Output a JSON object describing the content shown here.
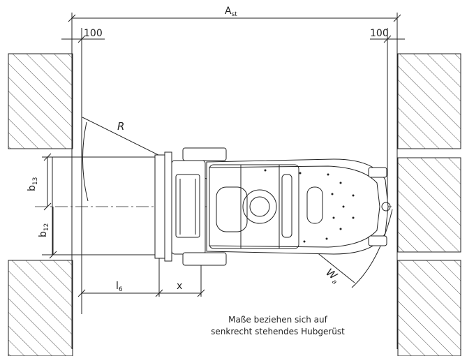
{
  "labels": {
    "aisle_width": "A",
    "aisle_width_sub": "st",
    "clearance_left": "100",
    "clearance_right": "100",
    "turning_radius": "R",
    "width_b13": "b",
    "width_b13_sub": "13",
    "width_b12": "b",
    "width_b12_sub": "12",
    "fork_length": "l",
    "fork_length_sub": "6",
    "load_distance": "x",
    "wheel_radius": "W",
    "wheel_radius_sub": "a"
  },
  "note": {
    "line1": "Maße beziehen sich auf",
    "line2": "senkrecht stehendes Hubgerüst"
  },
  "colors": {
    "line": "#222222",
    "hatch": "#555555"
  }
}
